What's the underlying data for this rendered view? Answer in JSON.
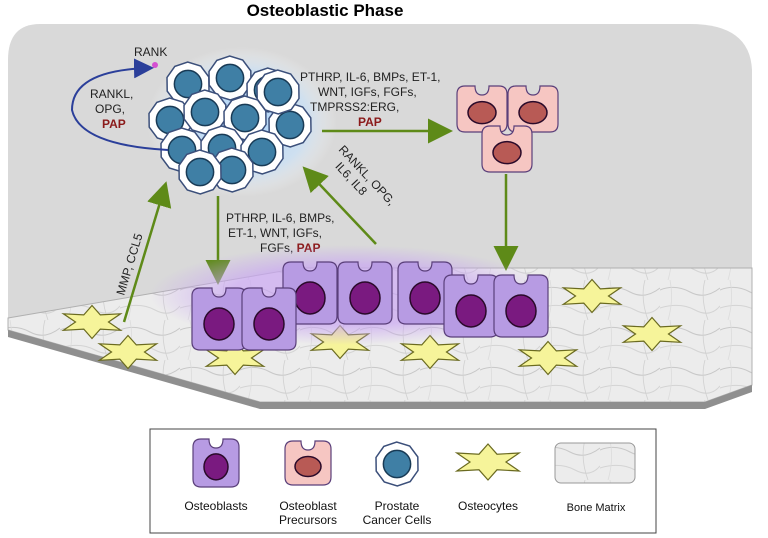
{
  "title": "Osteoblastic Phase",
  "labels": {
    "rank": "RANK",
    "self_loop": [
      "RANKL,",
      "OPG,"
    ],
    "self_loop_pap": "PAP",
    "to_precursors": [
      "PTHRP, IL-6, BMPs, ET-1,",
      "WNT, IGFs, FGFs,",
      "TMPRSS2:ERG,"
    ],
    "to_precursors_pap": "PAP",
    "up_from_osteoblasts": [
      "RANKL, OPG,",
      "IL6, IL8"
    ],
    "down_to_osteoblasts": [
      "PTHRP, IL-6, BMPs,",
      "ET-1, WNT, IGFs,"
    ],
    "down_last_line": "FGFs, ",
    "down_pap": "PAP",
    "osteocyte_arrow": "MMP, CCL5"
  },
  "legend": {
    "items": [
      {
        "name": "osteoblasts",
        "lines": [
          "Osteoblasts"
        ]
      },
      {
        "name": "osteoblast-precursors",
        "lines": [
          "Osteoblast",
          "Precursors"
        ]
      },
      {
        "name": "prostate-cancer-cells",
        "lines": [
          "Prostate",
          "Cancer Cells"
        ]
      },
      {
        "name": "osteocytes",
        "lines": [
          "Osteocytes"
        ]
      },
      {
        "name": "bone-matrix",
        "lines": [
          "Bone Matrix"
        ]
      }
    ]
  },
  "colors": {
    "osteoblast": "#b79be3",
    "osteoblast_nucleus": "#7a1a80",
    "precursor": "#f6c6c2",
    "precursor_nucleus": "#b85a55",
    "cancer_cell": "#ffffff",
    "cancer_nucleus": "#3f7fa5",
    "osteocyte": "#f6f49a",
    "arrow_green": "#5e8a18",
    "loop_blue": "#2b3f9a",
    "pap_red": "#8b1a1a",
    "background_panel": "#d9d9d9"
  }
}
